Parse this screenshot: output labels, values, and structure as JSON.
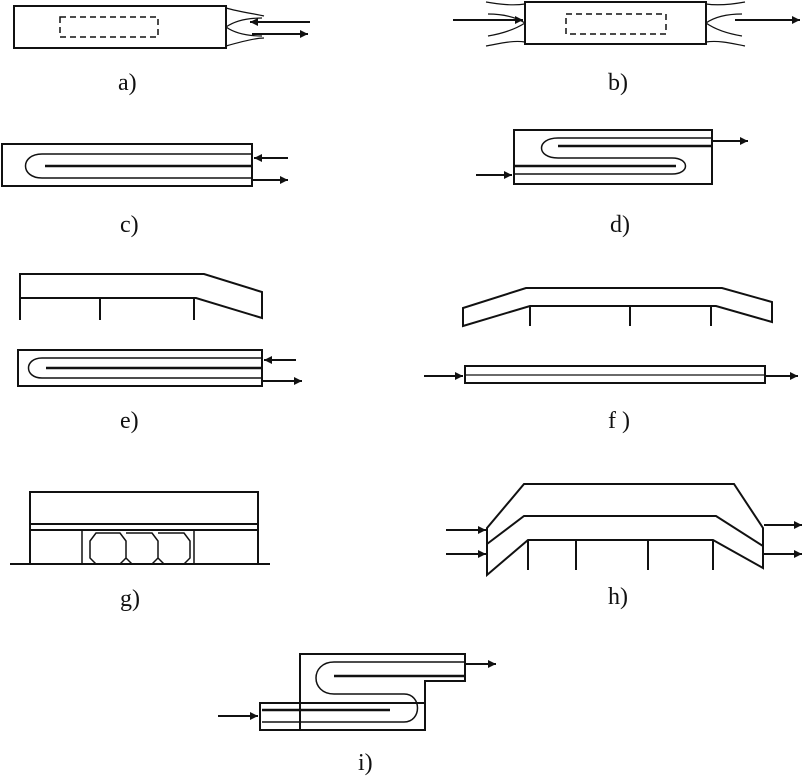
{
  "figure": {
    "panels": [
      {
        "id": "a",
        "label": "a)"
      },
      {
        "id": "b",
        "label": "b)"
      },
      {
        "id": "c",
        "label": "c)"
      },
      {
        "id": "d",
        "label": "d)"
      },
      {
        "id": "e",
        "label": "e)"
      },
      {
        "id": "f",
        "label": "f )"
      },
      {
        "id": "g",
        "label": "g)"
      },
      {
        "id": "h",
        "label": "h)"
      },
      {
        "id": "i",
        "label": "i)"
      }
    ]
  },
  "colors": {
    "stroke": "#111111",
    "background": "#ffffff"
  }
}
